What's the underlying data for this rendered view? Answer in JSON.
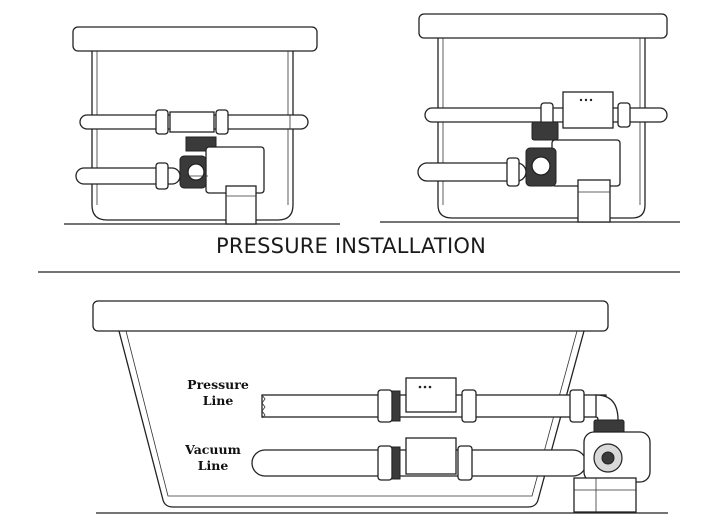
{
  "heading": "PRESSURE INSTALLATION",
  "labels": {
    "pressure_line": [
      "Pressure",
      "Line"
    ],
    "vacuum_line": [
      "Vacuum",
      "Line"
    ]
  },
  "diagrams": [
    {
      "name": "pressure-installation-left"
    },
    {
      "name": "pressure-installation-right"
    },
    {
      "name": "vacuum-installation"
    }
  ]
}
